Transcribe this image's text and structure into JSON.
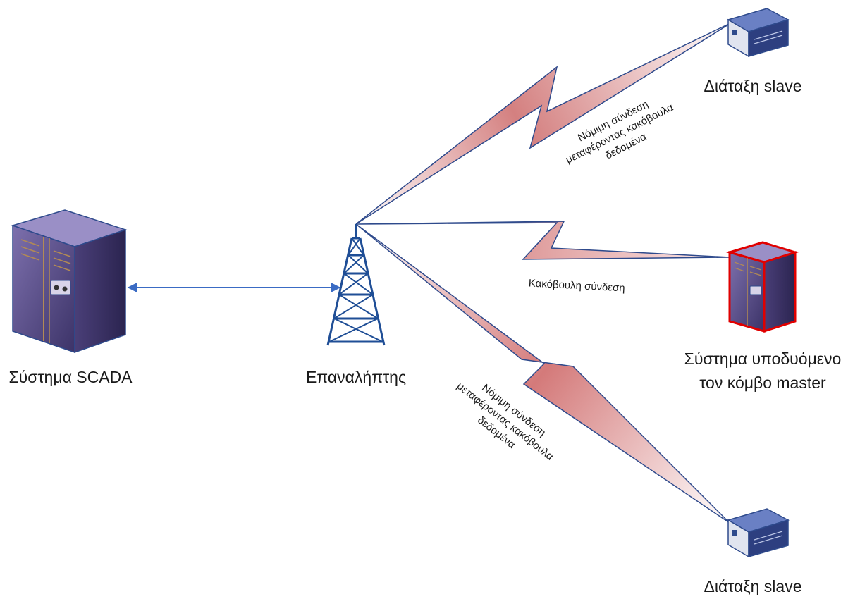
{
  "nodes": {
    "scada": {
      "label": "Σύστημα SCADA",
      "icon": "server-tower-icon"
    },
    "repeater": {
      "label": "Επαναλήπτης",
      "icon": "radio-tower-icon"
    },
    "slave_top": {
      "label": "Διάταξη slave",
      "icon": "network-device-icon"
    },
    "master_fake": {
      "label_line1": "Σύστημα υποδυόμενο",
      "label_line2": "τον κόμβο master",
      "icon": "server-tower-icon",
      "highlight_color": "#e00000"
    },
    "slave_bottom": {
      "label": "Διάταξη slave",
      "icon": "network-device-icon"
    }
  },
  "links": {
    "top": {
      "line1": "Νόμιμη σύνδεση",
      "line2": "μεταφέροντας κακόβουλα",
      "line3": "δεδομένα"
    },
    "middle": {
      "line1": "Κακόβουλη σύνδεση"
    },
    "bottom": {
      "line1": "Νόμιμη σύνδεση",
      "line2": "μεταφέροντας κακόβουλα",
      "line3": "δεδομένα"
    }
  },
  "colors": {
    "link_stroke": "#2e4a8c",
    "bolt_fill": "#d47a7a",
    "arrow": "#3a6bc4",
    "tower": "#1f4e96",
    "server_face": "#5a4e86",
    "device_face": "#2d3f80"
  }
}
